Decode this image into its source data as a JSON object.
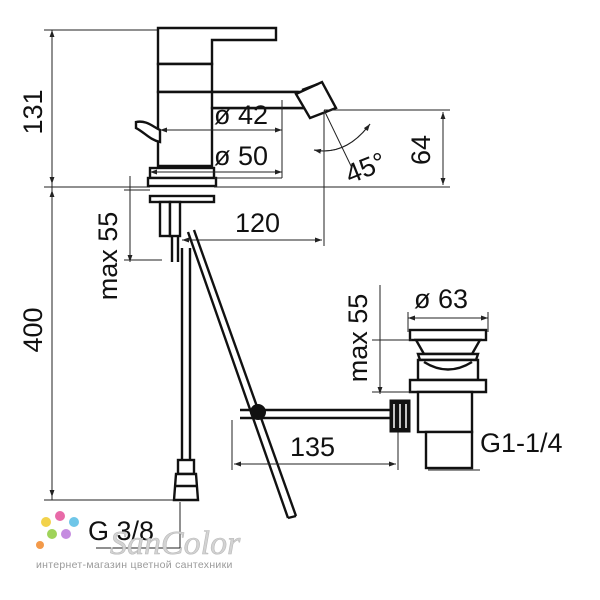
{
  "dimensions": {
    "h131": "131",
    "h400": "400",
    "max55_left": "max 55",
    "d42": "ø 42",
    "d50": "ø 50",
    "w120": "120",
    "angle45": "45°",
    "h64": "64",
    "max55_right": "max 55",
    "d63": "ø 63",
    "w135": "135",
    "g114": "G1-1/4",
    "g38": "G 3/8"
  },
  "brand": {
    "name": "SanColor",
    "tagline": "интернет-магазин цветной сантехники",
    "dot_colors": [
      "#f2d24b",
      "#e86aa8",
      "#6fc6e8",
      "#9fd35a",
      "#c58ce0",
      "#f39a4a"
    ]
  }
}
